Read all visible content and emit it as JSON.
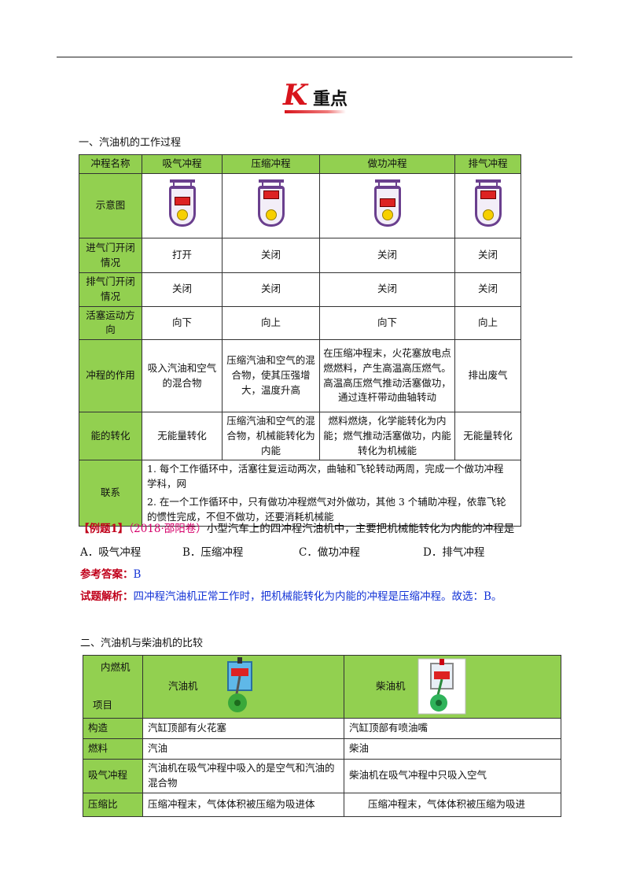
{
  "heading": {
    "letter": "K",
    "text": "重点"
  },
  "section1": {
    "title": "一、汽油机的工作过程",
    "headers": [
      "冲程名称",
      "吸气冲程",
      "压缩冲程",
      "做功冲程",
      "排气冲程"
    ],
    "diagram_label": "示意图",
    "rows": [
      {
        "label": "进气门开闭情况",
        "cells": [
          "打开",
          "关闭",
          "关闭",
          "关闭"
        ]
      },
      {
        "label": "排气门开闭情况",
        "cells": [
          "关闭",
          "关闭",
          "关闭",
          "关闭"
        ]
      },
      {
        "label": "活塞运动方向",
        "cells": [
          "向下",
          "向上",
          "向下",
          "向上"
        ]
      },
      {
        "label": "冲程的作用",
        "cells": [
          "吸入汽油和空气的混合物",
          "压缩汽油和空气的混合物，使其压强增大，温度升高",
          "在压缩冲程末，火花塞放电点燃燃料，产生高温高压燃气。高温高压燃气推动活塞做功，通过连杆带动曲轴转动",
          "排出废气"
        ]
      },
      {
        "label": "能的转化",
        "cells": [
          "无能量转化",
          "压缩汽油和空气的混合物，机械能转化为内能",
          "燃料燃烧，化学能转化为内能；燃气推动活塞做功，内能转化为机械能",
          "无能量转化"
        ]
      }
    ],
    "relation_label": "联系",
    "relation_1": "1. 每个工作循环中，活塞往复运动两次，曲轴和飞轮转动两周，完成一个做功冲程  学科，网",
    "relation_2": "2. 在一个工作循环中，只有做功冲程燃气对外做功，其他 3 个辅助冲程，依靠飞轮的惯性完成，不但不做功，还要消耗机械能"
  },
  "example": {
    "tag": "【例题1】",
    "source": "（2018·邵阳卷）",
    "question": "小型汽车上的四冲程汽油机中，主要把机械能转化为内能的冲程是",
    "options": [
      "A．吸气冲程",
      "B．压缩冲程",
      "C．做功冲程",
      "D．排气冲程"
    ],
    "answer_label": "参考答案：",
    "answer": "B",
    "analysis_label": "试题解析：",
    "analysis": "四冲程汽油机正常工作时，把机械能转化为内能的冲程是压缩冲程。故选：B。"
  },
  "section2": {
    "title": "二、汽油机与柴油机的比较",
    "corner_top": "内燃机",
    "corner_bottom": "项目",
    "col1": "汽油机",
    "col2": "柴油机",
    "rows": [
      {
        "label": "构造",
        "a": "汽缸顶部有火花塞",
        "b": "汽缸顶部有喷油嘴"
      },
      {
        "label": "燃料",
        "a": "汽油",
        "b": "柴油"
      },
      {
        "label": "吸气冲程",
        "a": "汽油机在吸气冲程中吸入的是空气和汽油的混合物",
        "b": "柴油机在吸气冲程中只吸入空气"
      },
      {
        "label": "压缩比",
        "a": "压缩冲程末，气体体积被压缩为吸进体",
        "b": "压缩冲程末，气体体积被压缩为吸进"
      }
    ]
  },
  "colors": {
    "header_green": "#92d050",
    "accent_red": "#d8141c",
    "answer_blue": "#1232d6"
  }
}
